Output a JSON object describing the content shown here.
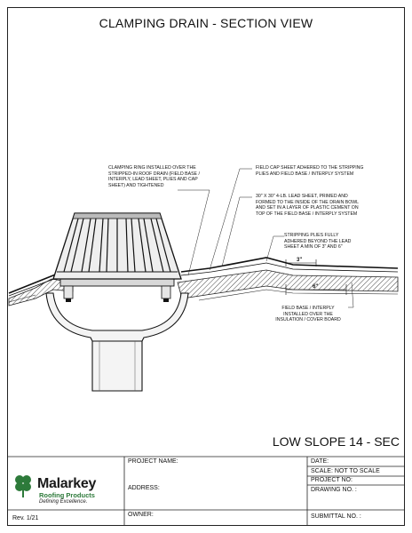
{
  "header": {
    "title": "CLAMPING DRAIN - SECTION VIEW"
  },
  "drawing": {
    "name": "LOW SLOPE 14 - SEC",
    "notes": {
      "clamping_ring": "CLAMPING RING INSTALLED OVER THE\nSTRIPPED-IN ROOF DRAIN (FIELD BASE /\nINTERPLY, LEAD SHEET, PLIES AND CAP\nSHEET) AND TIGHTENED",
      "field_cap": "FIELD CAP SHEET ADHERED TO THE STRIPPING\nPLIES AND FIELD BASE / INTERPLY SYSTEM",
      "lead_sheet": "30\" X 30\" 4-LB. LEAD SHEET, PRIMED AND\nFORMED TO THE INSIDE OF THE DRAIN BOWL\nAND SET IN A LAYER OF PLASTIC CEMENT ON\nTOP OF THE FIELD BASE / INTERPLY SYSTEM",
      "stripping": "STRIPPING PLIES FULLY\nADHERED BEYOND THE LEAD\nSHEET A MIN OF 3\" AND 6\"",
      "field_base": "FIELD BASE / INTERPLY\nINSTALLED OVER THE\nINSULATION / COVER BOARD"
    },
    "dimensions": {
      "dim_3": "3\"",
      "dim_6": "6\""
    }
  },
  "title_block": {
    "project_name": "PROJECT NAME:",
    "address": "ADDRESS:",
    "owner": "OWNER:",
    "date": "DATE:",
    "scale": "SCALE:  NOT TO SCALE",
    "project_no": "PROJECT NO:",
    "drawing_no": "DRAWING NO. :",
    "submittal_no": "SUBMITTAL NO. :",
    "revision": "Rev. 1/21"
  },
  "logo": {
    "name": "Malarkey",
    "subtitle": "Roofing Products",
    "tagline": "Defining Excellence.",
    "brand_color": "#2d7a3a",
    "icon": "shamrock-icon"
  }
}
